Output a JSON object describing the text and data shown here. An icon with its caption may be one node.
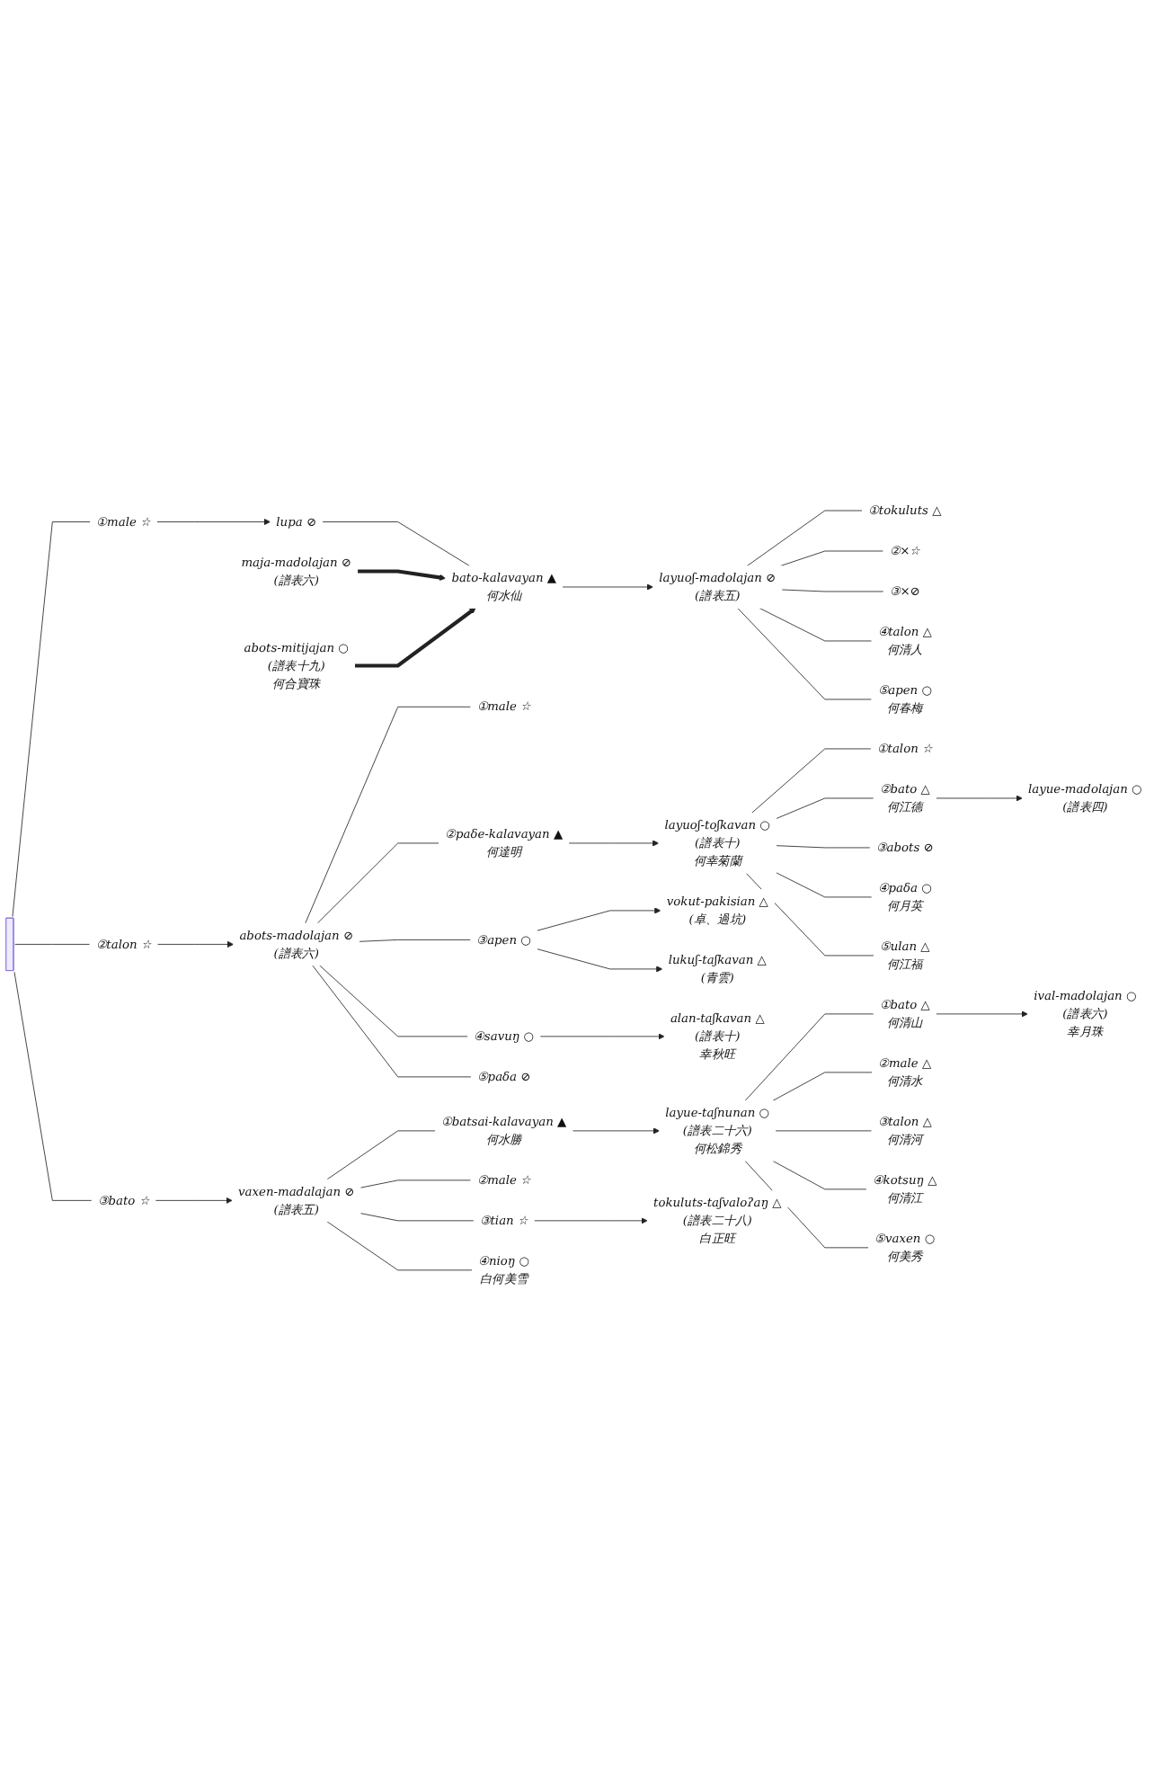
{
  "diagram": {
    "nodes": [
      {
        "text": [],
        "shape": "bar"
      },
      {
        "text": [
          "①male ☆"
        ]
      },
      {
        "text": [
          "lupa ⊘"
        ]
      },
      {
        "text": [
          "bato-kalavayan ▲",
          "何水仙"
        ]
      },
      {
        "text": [
          "layuoʃ-madolajan ⊘",
          "(譜表五)"
        ]
      },
      {
        "text": [
          "maja-madolajan ⊘",
          "(譜表六)"
        ]
      },
      {
        "text": [
          "abots-mitijajan ○",
          "(譜表十九)",
          "何合寶珠"
        ]
      },
      {
        "text": [
          "①tokuluts △"
        ]
      },
      {
        "text": [
          "②×☆"
        ]
      },
      {
        "text": [
          "③×⊘"
        ]
      },
      {
        "text": [
          "④talon △",
          "何清人"
        ]
      },
      {
        "text": [
          "⑤apen ○",
          "何春梅"
        ]
      },
      {
        "text": [
          "②talon ☆"
        ]
      },
      {
        "text": [
          "abots-madolajan ⊘",
          "(譜表六)"
        ]
      },
      {
        "text": [
          "①male ☆"
        ]
      },
      {
        "text": [
          "②paδe-kalavayan ▲",
          "何達明"
        ]
      },
      {
        "text": [
          "layuoʃ-toʃkavan ○",
          "(譜表十)",
          "何幸菊蘭"
        ]
      },
      {
        "text": [
          "vokut-pakisian △",
          "(卓、過坑)"
        ]
      },
      {
        "text": [
          "③apen ○"
        ]
      },
      {
        "text": [
          "lukuʃ-taʃkavan △",
          "(青雲)"
        ]
      },
      {
        "text": [
          "④savuŋ ○"
        ]
      },
      {
        "text": [
          "alan-taʃkavan △",
          "(譜表十)",
          "幸秋旺"
        ]
      },
      {
        "text": [
          "⑤paδa ⊘"
        ]
      },
      {
        "text": [
          "①talon ☆"
        ]
      },
      {
        "text": [
          "②bato △",
          "何江德"
        ]
      },
      {
        "text": [
          "layue-madolajan ○",
          "(譜表四)"
        ]
      },
      {
        "text": [
          "③abots ⊘"
        ]
      },
      {
        "text": [
          "④paδa ○",
          "何月英"
        ]
      },
      {
        "text": [
          "⑤ulan △",
          "何江福"
        ]
      },
      {
        "text": [
          "③bato ☆"
        ]
      },
      {
        "text": [
          "vaxen-madalajan ⊘",
          "(譜表五)"
        ]
      },
      {
        "text": [
          "①batsai-kalavayan ▲",
          "何水勝"
        ]
      },
      {
        "text": [
          "layue-taʃnunan ○",
          "(譜表二十六)",
          "何松錦秀"
        ]
      },
      {
        "text": [
          "②male ☆"
        ]
      },
      {
        "text": [
          "③tian ☆"
        ]
      },
      {
        "text": [
          "tokuluts-taʃvaloʔaŋ △",
          "(譜表二十八)",
          "白正旺"
        ]
      },
      {
        "text": [
          "④nioŋ ○",
          "白何美雪"
        ]
      },
      {
        "text": [
          "①bato △",
          "何清山"
        ]
      },
      {
        "text": [
          "ival-madolajan ○",
          "(譜表六)",
          "幸月珠"
        ]
      },
      {
        "text": [
          "②male △",
          "何清水"
        ]
      },
      {
        "text": [
          "③talon △",
          "何清河"
        ]
      },
      {
        "text": [
          "④kotsuŋ △",
          "何清江"
        ]
      },
      {
        "text": [
          "⑤vaxen ○",
          "何美秀"
        ]
      }
    ],
    "edges": [
      {
        "from": 0,
        "to": 1,
        "arrow": "none"
      },
      {
        "from": 0,
        "to": 12,
        "arrow": "none"
      },
      {
        "from": 0,
        "to": 29,
        "arrow": "none"
      },
      {
        "from": 1,
        "to": 2,
        "arrow": "to"
      },
      {
        "from": 2,
        "to": 3,
        "arrow": "none"
      },
      {
        "from": 3,
        "to": 4,
        "arrow": "to"
      },
      {
        "from": 5,
        "to": 3,
        "arrow": "to",
        "style": "thick"
      },
      {
        "from": 6,
        "to": 3,
        "arrow": "to",
        "style": "thick"
      },
      {
        "from": 4,
        "to": 7,
        "arrow": "none"
      },
      {
        "from": 4,
        "to": 8,
        "arrow": "none"
      },
      {
        "from": 4,
        "to": 9,
        "arrow": "none"
      },
      {
        "from": 4,
        "to": 10,
        "arrow": "none"
      },
      {
        "from": 4,
        "to": 11,
        "arrow": "none"
      },
      {
        "from": 12,
        "to": 13,
        "arrow": "to"
      },
      {
        "from": 13,
        "to": 14,
        "arrow": "none"
      },
      {
        "from": 13,
        "to": 15,
        "arrow": "none"
      },
      {
        "from": 13,
        "to": 18,
        "arrow": "none"
      },
      {
        "from": 13,
        "to": 20,
        "arrow": "none"
      },
      {
        "from": 13,
        "to": 22,
        "arrow": "none"
      },
      {
        "from": 15,
        "to": 16,
        "arrow": "to"
      },
      {
        "from": 18,
        "to": 17,
        "arrow": "to"
      },
      {
        "from": 18,
        "to": 19,
        "arrow": "to"
      },
      {
        "from": 20,
        "to": 21,
        "arrow": "to"
      },
      {
        "from": 16,
        "to": 23,
        "arrow": "none"
      },
      {
        "from": 16,
        "to": 24,
        "arrow": "none"
      },
      {
        "from": 16,
        "to": 26,
        "arrow": "none"
      },
      {
        "from": 16,
        "to": 27,
        "arrow": "none"
      },
      {
        "from": 16,
        "to": 28,
        "arrow": "none"
      },
      {
        "from": 24,
        "to": 25,
        "arrow": "to"
      },
      {
        "from": 29,
        "to": 30,
        "arrow": "to"
      },
      {
        "from": 30,
        "to": 31,
        "arrow": "none"
      },
      {
        "from": 30,
        "to": 33,
        "arrow": "none"
      },
      {
        "from": 30,
        "to": 34,
        "arrow": "none"
      },
      {
        "from": 30,
        "to": 36,
        "arrow": "none"
      },
      {
        "from": 31,
        "to": 32,
        "arrow": "to"
      },
      {
        "from": 34,
        "to": 35,
        "arrow": "to"
      },
      {
        "from": 32,
        "to": 37,
        "arrow": "none"
      },
      {
        "from": 32,
        "to": 39,
        "arrow": "none"
      },
      {
        "from": 32,
        "to": 40,
        "arrow": "none"
      },
      {
        "from": 32,
        "to": 41,
        "arrow": "none"
      },
      {
        "from": 32,
        "to": 42,
        "arrow": "none"
      },
      {
        "from": 37,
        "to": 38,
        "arrow": "to"
      }
    ]
  }
}
